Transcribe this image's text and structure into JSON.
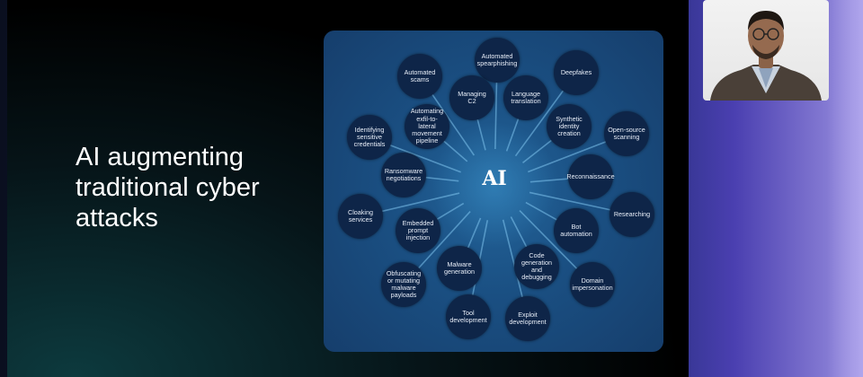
{
  "slide": {
    "title": "AI augmenting traditional cyber attacks",
    "center_label": "AI",
    "nodes": [
      {
        "id": "automated-spearphishing",
        "label": "Automated spearphishing"
      },
      {
        "id": "deepfakes",
        "label": "Deepfakes"
      },
      {
        "id": "open-source-scanning",
        "label": "Open-source scanning"
      },
      {
        "id": "reconnaissance",
        "label": "Reconnaissance"
      },
      {
        "id": "researching",
        "label": "Researching"
      },
      {
        "id": "domain-impersonation",
        "label": "Domain impersonation"
      },
      {
        "id": "exploit-development",
        "label": "Exploit development"
      },
      {
        "id": "tool-development",
        "label": "Tool development"
      },
      {
        "id": "obfuscating-payloads",
        "label": "Obfuscating or mutating malware payloads"
      },
      {
        "id": "cloaking-services",
        "label": "Cloaking services"
      },
      {
        "id": "identifying-credentials",
        "label": "Identifying sensitive credentials"
      },
      {
        "id": "automated-scams",
        "label": "Automated scams"
      },
      {
        "id": "managing-c2",
        "label": "Managing C2"
      },
      {
        "id": "language-translation",
        "label": "Language translation"
      },
      {
        "id": "synthetic-identity",
        "label": "Synthetic identity creation"
      },
      {
        "id": "bot-automation",
        "label": "Bot automation"
      },
      {
        "id": "code-generation",
        "label": "Code generation and debugging"
      },
      {
        "id": "malware-generation",
        "label": "Malware generation"
      },
      {
        "id": "embedded-prompt-injection",
        "label": "Embedded prompt injection"
      },
      {
        "id": "ransomware-negotiations",
        "label": "Ransomware negotiations"
      },
      {
        "id": "exfil-pipeline",
        "label": "Automating exfil-to-lateral movement pipeline"
      }
    ]
  },
  "colors": {
    "panel": "#1a4f82",
    "node": "#0e2548",
    "accent": "#4a3fb0"
  }
}
